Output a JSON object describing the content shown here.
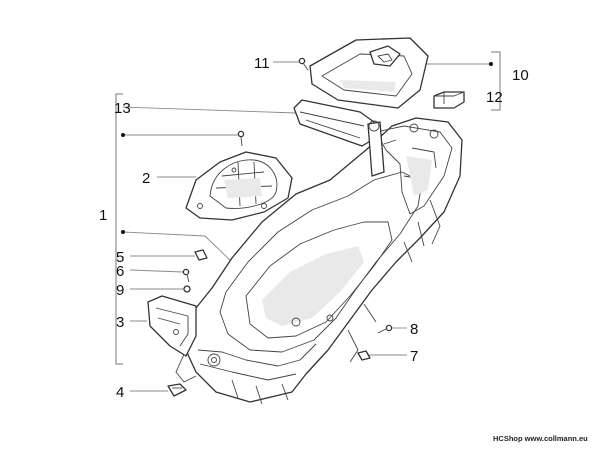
{
  "callouts": [
    {
      "id": "1",
      "label": "1"
    },
    {
      "id": "2",
      "label": "2"
    },
    {
      "id": "3",
      "label": "3"
    },
    {
      "id": "4",
      "label": "4"
    },
    {
      "id": "5",
      "label": "5"
    },
    {
      "id": "6",
      "label": "6"
    },
    {
      "id": "7",
      "label": "7"
    },
    {
      "id": "8",
      "label": "8"
    },
    {
      "id": "9",
      "label": "9"
    },
    {
      "id": "10",
      "label": "10"
    },
    {
      "id": "11",
      "label": "11"
    },
    {
      "id": "12",
      "label": "12"
    },
    {
      "id": "13",
      "label": "13"
    }
  ],
  "watermark": "HCShop www.collmann.eu"
}
